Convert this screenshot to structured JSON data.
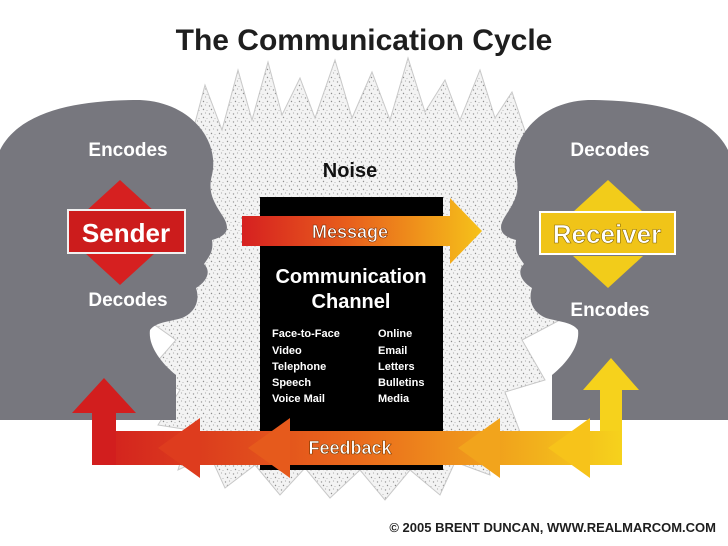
{
  "title": "The Communication Cycle",
  "noise_label": "Noise",
  "sender": {
    "top_label": "Encodes",
    "name": "Sender",
    "bottom_label": "Decodes"
  },
  "receiver": {
    "top_label": "Decodes",
    "name": "Receiver",
    "bottom_label": "Encodes"
  },
  "message_label": "Message",
  "feedback_label": "Feedback",
  "channel": {
    "title_line1": "Communication",
    "title_line2": "Channel",
    "left_items": [
      "Face-to-Face",
      "Video",
      "Telephone",
      "Speech",
      "Voice Mail"
    ],
    "right_items": [
      "Online",
      "Email",
      "Letters",
      "Bulletins",
      "Media"
    ]
  },
  "copyright": "© 2005 BRENT DUNCAN, WWW.REALMARCOM.COM",
  "colors": {
    "head": "#77777e",
    "sender_red": "#d62020",
    "receiver_yellow": "#f2cc1a",
    "channel_box": "#000000"
  },
  "icons": {
    "sender_head": "head-profile-facing-right",
    "receiver_head": "head-profile-facing-left"
  }
}
